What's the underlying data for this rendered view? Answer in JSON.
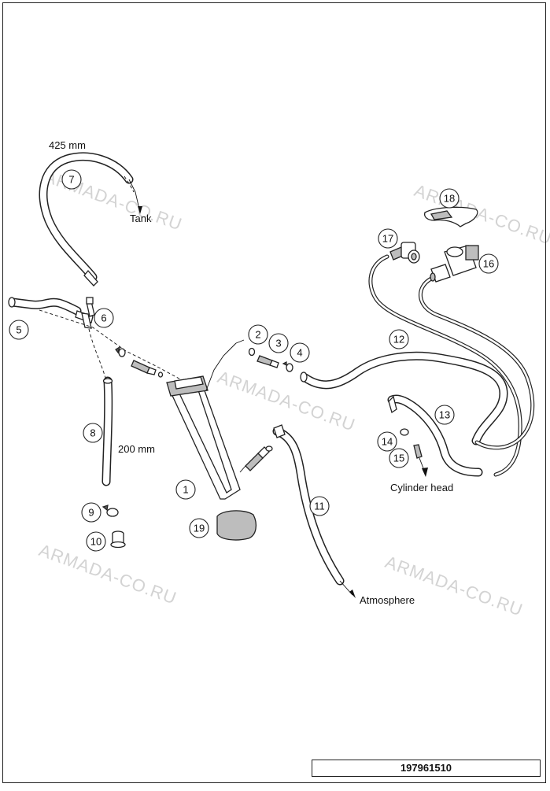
{
  "diagram": {
    "callouts": [
      "1",
      "2",
      "3",
      "4",
      "5",
      "6",
      "7",
      "8",
      "9",
      "10",
      "11",
      "12",
      "13",
      "14",
      "15",
      "16",
      "17",
      "18",
      "19"
    ],
    "labels": {
      "len_425": "425 mm",
      "tank": "Tank",
      "len_200": "200 mm",
      "cylinder_head": "Cylinder head",
      "atmosphere": "Atmosphere"
    },
    "watermark": "ARMADA-CO.RU",
    "reference_number": "197961510"
  }
}
